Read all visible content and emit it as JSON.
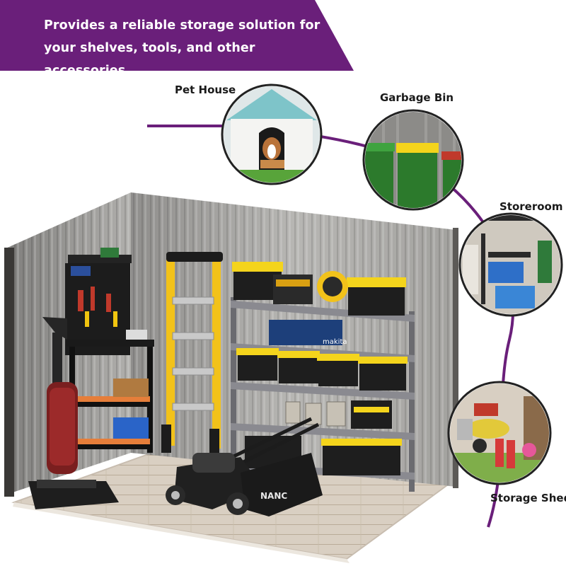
{
  "banner": {
    "text_line1": "Provides a reliable storage solution for",
    "text_line2": "your shelves, tools, and other accessories.",
    "color": "#6a1f7a"
  },
  "callouts": {
    "pet_house": "Pet House",
    "garbage_bin": "Garbage Bin",
    "storeroom": "Storeroom",
    "storage_shed": "Storage Shed"
  },
  "products": {
    "mower_brand": "NANC",
    "toolbox_brand": "makita"
  },
  "colors": {
    "accent": "#6a1f7a",
    "shed_wall": "#a9a8a6",
    "floor": "#d8cfc3",
    "ladder": "#f2c21a",
    "bin_lid": "#f4d41c",
    "bin_body": "#1e1e1e"
  }
}
